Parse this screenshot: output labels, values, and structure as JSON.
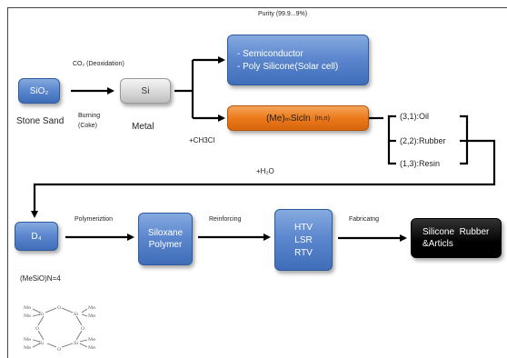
{
  "top": {
    "purity": "Purity (99.9...9%)"
  },
  "row1": {
    "sio2": "SiO₂",
    "stone_sand": "Stone Sand",
    "co2_label": "CO₂ (Deoxidation)",
    "burning_line1": "Burning",
    "burning_line2": "(Coke)",
    "si": "Si",
    "metal": "Metal",
    "semiconductor_line1": "- Semiconductor",
    "semiconductor_line2": "- Poly Silicone(Solar cell)",
    "mesicln": "(Me)ₘSicln",
    "mesicln_sub": "(m,n)",
    "ch3cl": "+CH3Cl",
    "oil": "(3,1):Oil",
    "rubber": "(2,2):Rubber",
    "resin": "(1,3):Resin",
    "h2o": "+H₂O"
  },
  "row2": {
    "d4": "D₄",
    "mesio": "(MeSiO)N=4",
    "polymerization": "Polymeriztion",
    "siloxane_line1": "Siloxane",
    "siloxane_line2": "Polymer",
    "reinforcing": "Reinforcing",
    "htv": "HTV",
    "lsr": "LSR",
    "rtv": "RTV",
    "fabricating": "Fabricatng",
    "product_line1": "Silicone  Rubber",
    "product_line2": "&Articls"
  },
  "molecule": {
    "me": "Me",
    "si": "Si",
    "o": "O"
  },
  "colors": {
    "blue_box": "#5d88cf",
    "orange_box": "#ec7a1c",
    "black_box": "#000000",
    "gray_box": "#d6d6d6"
  }
}
